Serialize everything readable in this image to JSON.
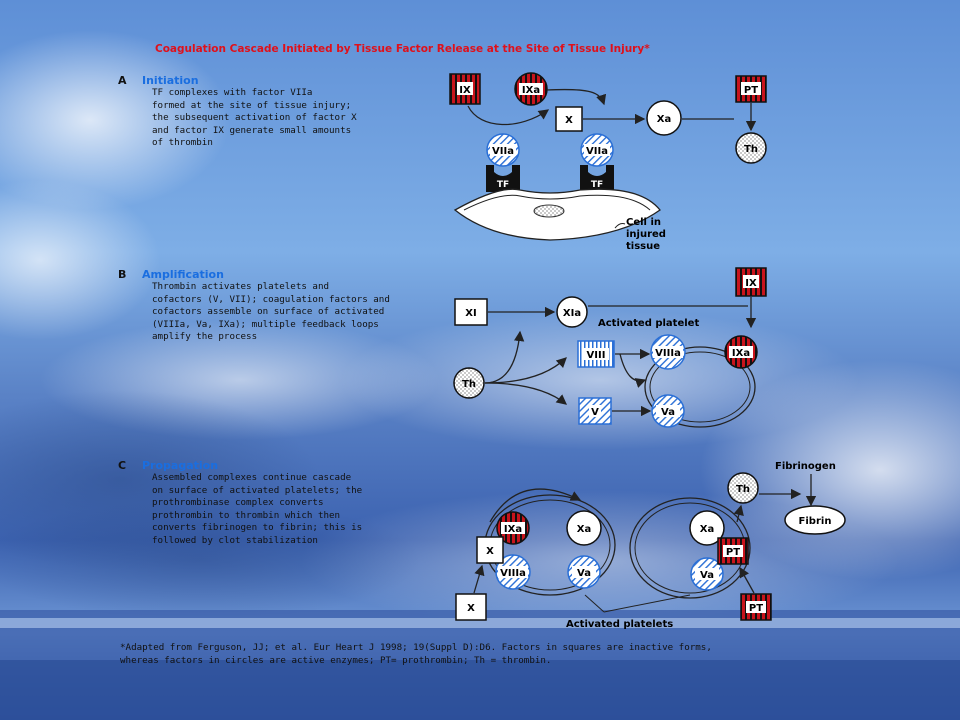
{
  "title": "Coagulation Cascade Initiated by Tissue Factor Release at the Site of Tissue Injury*",
  "sections": [
    {
      "letter": "A",
      "title": "Initiation",
      "desc": "TF complexes with factor VIIa\nformed at the site of tissue injury;\nthe subsequent activation of factor X\nand factor IX generate small amounts\nof thrombin"
    },
    {
      "letter": "B",
      "title": "Amplification",
      "desc": "Thrombin activates platelets and\ncofactors (V, VII); coagulation factors and\ncofactors assemble on surface of activated\n(VIIIa, Va, IXa); multiple feedback loops\namplify the process"
    },
    {
      "letter": "C",
      "title": "Propagation",
      "desc": "Assembled complexes continue cascade\non surface of activated platelets; the\nprothrombinase complex converts\nprothrombin to thrombin which then\nconverts fibrinogen to fibrin; this is\nfollowed by clot stabilization"
    }
  ],
  "footnote": "*Adapted from Ferguson, JJ; et al. Eur Heart J 1998; 19(Suppl D):D6. Factors in squares are inactive forms,\nwhereas factors in circles are active enzymes; PT= prothrombin; Th = thrombin.",
  "factors": {
    "IX": "IX",
    "IXa": "IXa",
    "X": "X",
    "Xa": "Xa",
    "PT": "PT",
    "Th": "Th",
    "VIIa": "VIIa",
    "TF": "TF",
    "XI": "XI",
    "XIa": "XIa",
    "VIII": "VIII",
    "VIIIa": "VIIIa",
    "V": "V",
    "Va": "Va",
    "Fibrin": "Fibrin"
  },
  "labels": {
    "cell_line1": "Cell in",
    "cell_line2": "injured",
    "cell_line3": "tissue",
    "activated_platelet": "Activated platelet",
    "activated_platelets": "Activated platelets",
    "fibrinogen": "Fibrinogen"
  },
  "colors": {
    "title": "#e0101a",
    "section_title": "#1a6ee0",
    "factor_red": "#c8141c",
    "factor_blue": "#2a6fd6"
  }
}
